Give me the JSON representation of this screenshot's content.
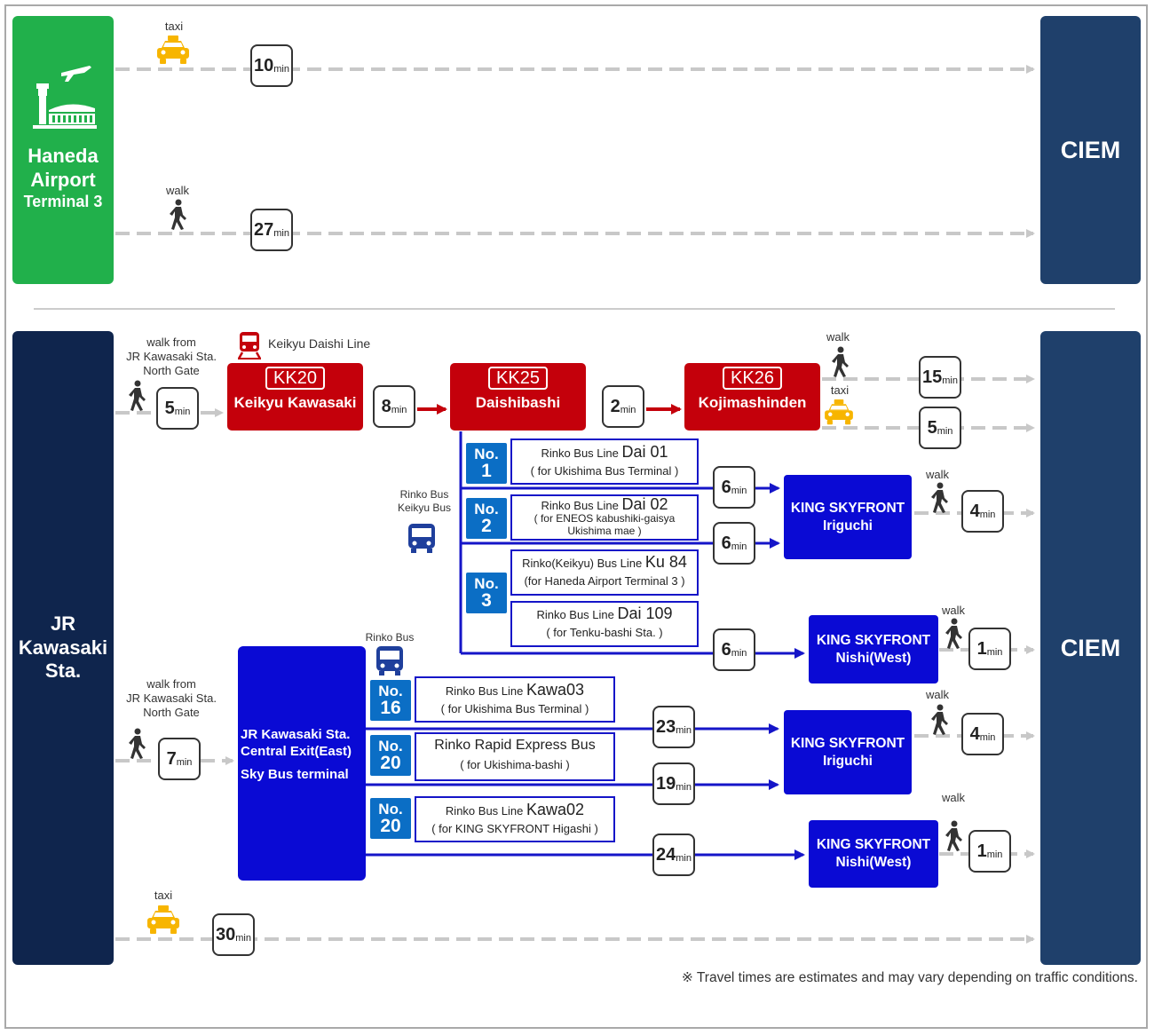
{
  "haneda": {
    "line1": "Haneda",
    "line2": "Airport",
    "line3": "Terminal 3"
  },
  "ciem_top": "CIEM",
  "ciem_bottom": "CIEM",
  "jr": {
    "line1": "JR",
    "line2": "Kawasaki",
    "line3": "Sta."
  },
  "labels": {
    "taxi": "taxi",
    "walk": "walk",
    "walk_from_1": "walk from",
    "walk_from_2": "JR Kawasaki Sta.",
    "walk_from_3": "North Gate",
    "keikyu_daishi_line": "Keikyu Daishi Line",
    "rinko_bus": "Rinko Bus",
    "keikyu_bus": "Keikyu Bus",
    "min": "min",
    "footnote": "※ Travel times are estimates and may vary depending on traffic conditions."
  },
  "minutes": {
    "h_taxi": "10",
    "h_walk": "27",
    "jr_walk_top": "5",
    "kk20_kk25": "8",
    "kk25_kk26": "2",
    "kk26_walk": "15",
    "kk26_taxi": "5",
    "bus1": "6",
    "bus2": "6",
    "bus3": "6",
    "ks_walk_a": "4",
    "ks_walk_b": "1",
    "jr_walk_bottom": "7",
    "bus16": "23",
    "bus20r": "19",
    "bus20h": "24",
    "ks_walk_c": "4",
    "ks_walk_d": "1",
    "jr_taxi": "30"
  },
  "stations": {
    "kk20": {
      "code": "KK20",
      "name": "Keikyu Kawasaki"
    },
    "kk25": {
      "code": "KK25",
      "name": "Daishibashi"
    },
    "kk26": {
      "code": "KK26",
      "name": "Kojimashinden"
    }
  },
  "nos": {
    "no": "No.",
    "n1": "1",
    "n2": "2",
    "n3": "3",
    "n16": "16",
    "n20a": "20",
    "n20b": "20"
  },
  "buslines": {
    "dai01": {
      "pre": "Rinko Bus Line",
      "big": "Dai 01",
      "sub": "( for Ukishima Bus Terminal )"
    },
    "dai02": {
      "pre": "Rinko Bus Line",
      "big": "Dai 02",
      "sub1": "( for ENEOS kabushiki-gaisya",
      "sub2": "Ukishima mae )"
    },
    "ku84": {
      "pre": "Rinko(Keikyu) Bus Line",
      "big": "Ku 84",
      "sub": "(for Haneda Airport Terminal 3 )"
    },
    "dai109": {
      "pre": "Rinko Bus Line",
      "big": "Dai 109",
      "sub": "( for Tenku-bashi Sta. )"
    },
    "kawa03": {
      "pre": "Rinko Bus Line",
      "big": "Kawa03",
      "sub": "( for Ukishima Bus Terminal )"
    },
    "rapid": {
      "big": "Rinko Rapid Express Bus",
      "sub": "( for Ukishima-bashi )"
    },
    "kawa02": {
      "pre": "Rinko Bus Line",
      "big": "Kawa02",
      "sub": "( for KING SKYFRONT Higashi )"
    }
  },
  "ks": {
    "iriguchi_1": "KING SKYFRONT",
    "iriguchi_2": "Iriguchi",
    "nishi_1": "KING SKYFRONT",
    "nishi_2": "Nishi(West)"
  },
  "terminal": {
    "line1": "JR Kawasaki Sta.",
    "line2": "Central Exit(East)",
    "line3": "Sky Bus terminal"
  },
  "colors": {
    "green": "#21b04b",
    "navy": "#1f406b",
    "jr_navy": "#0f254d",
    "red": "#c4000b",
    "blue": "#0a0ad4",
    "no_blue": "#0b6ec5",
    "dash_gray": "#c8c8c8",
    "taxi_yellow": "#f7b500"
  }
}
